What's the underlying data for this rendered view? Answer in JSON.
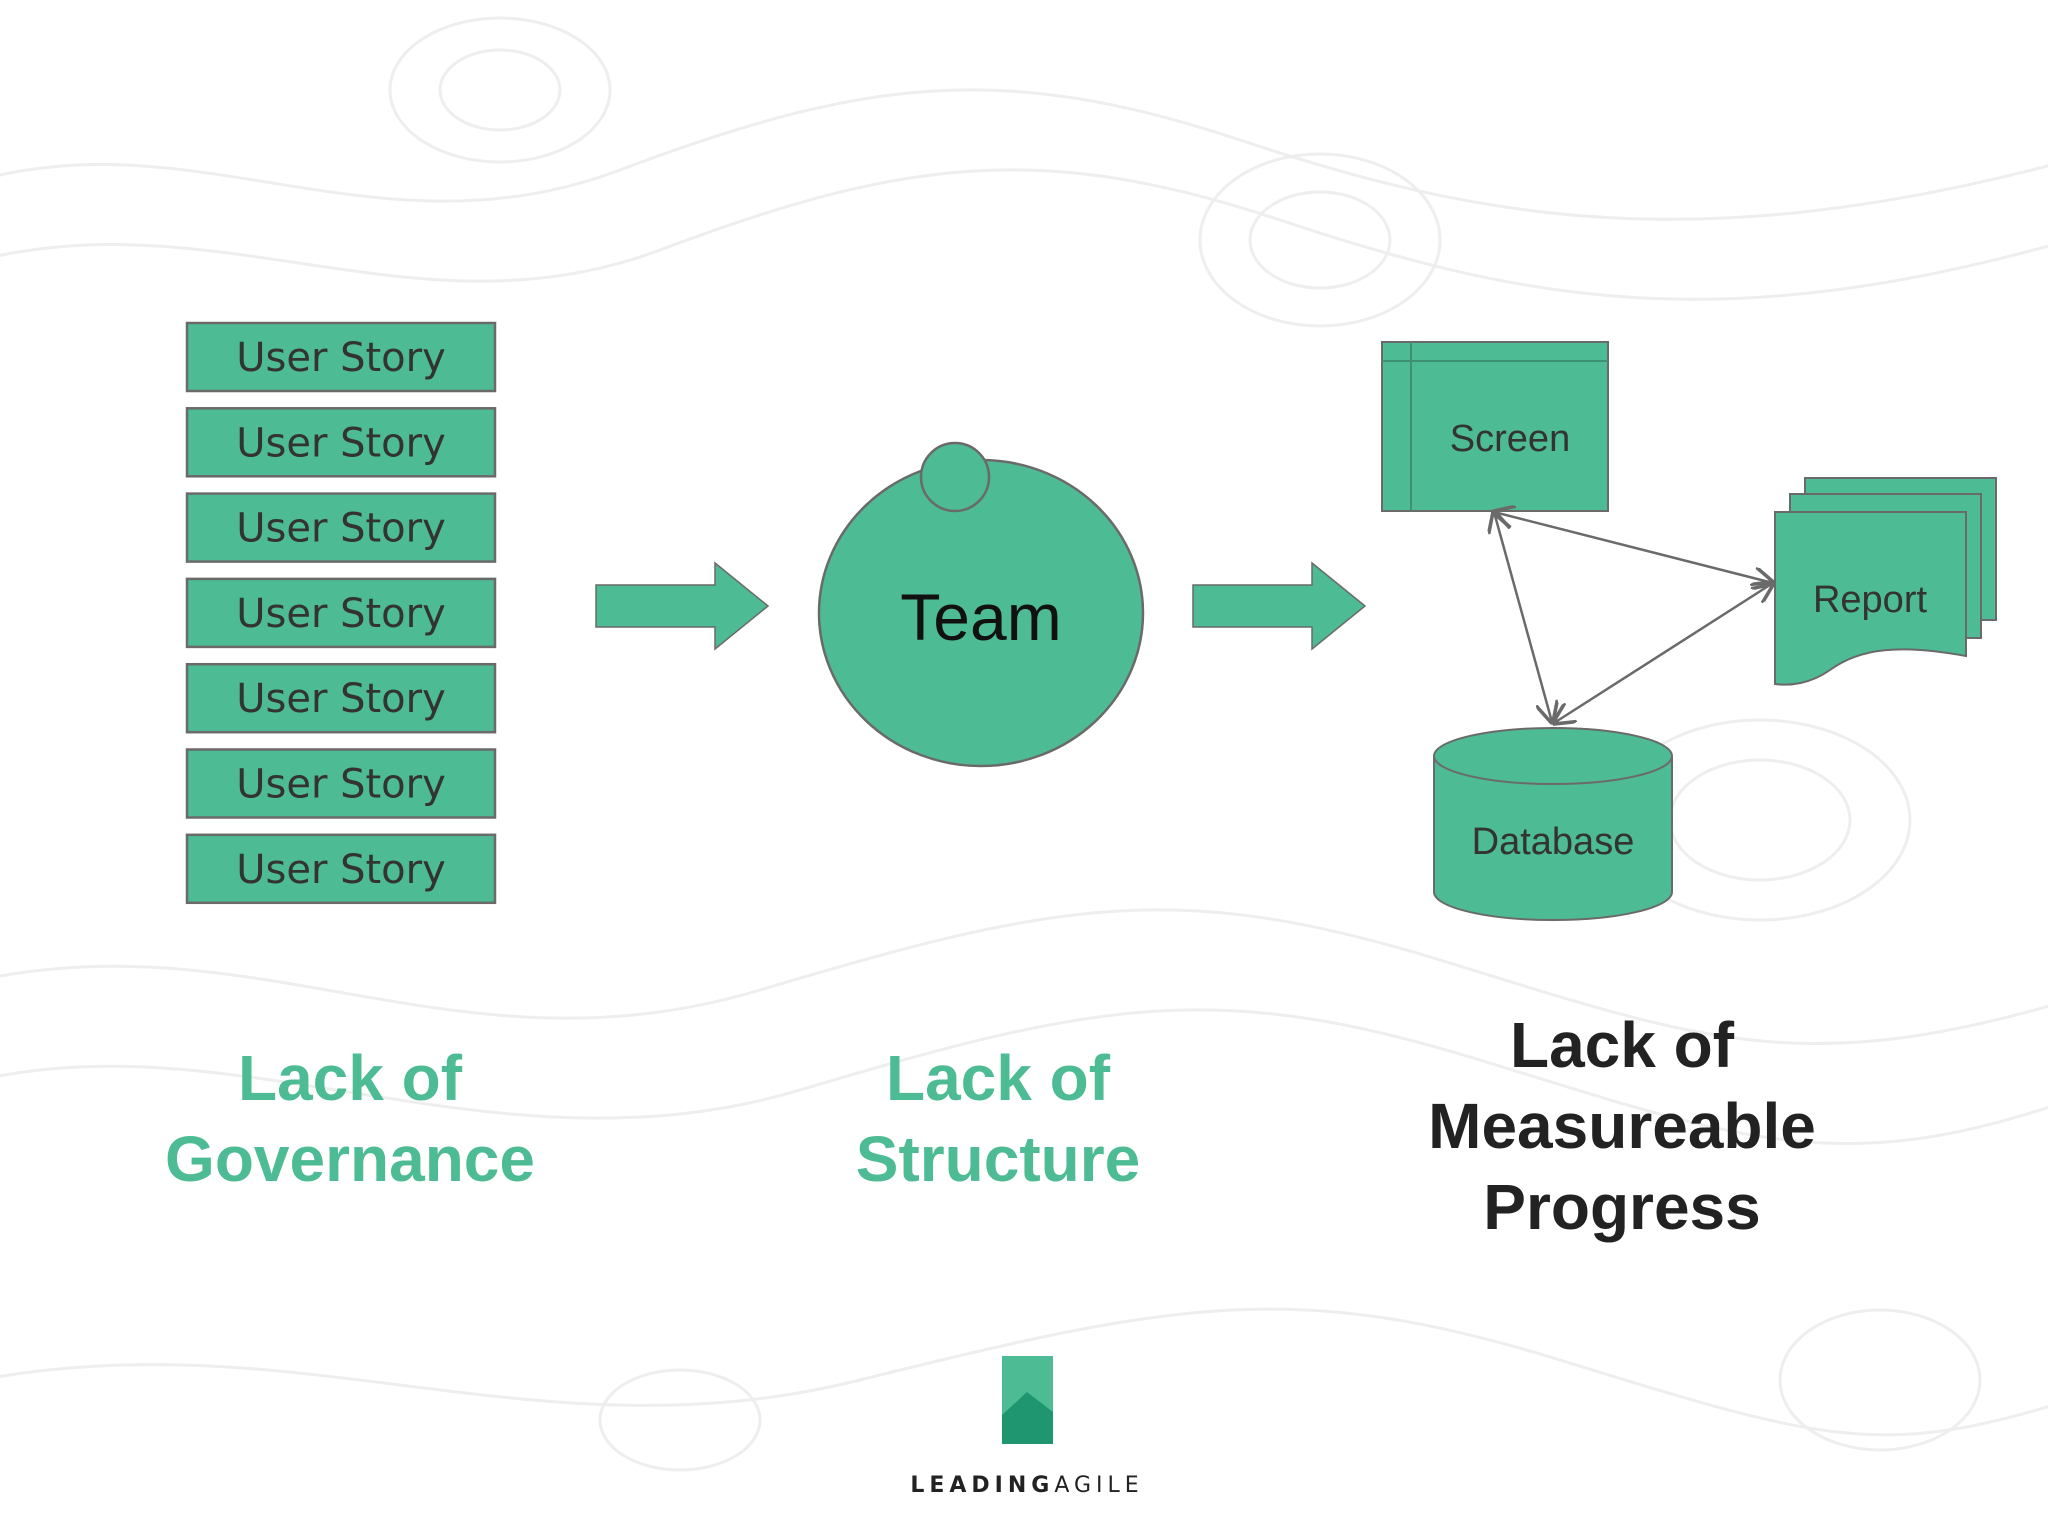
{
  "colors": {
    "shape_fill": "#4dbb93",
    "shape_stroke": "#6a6a6a",
    "accent_text": "#4dbb93",
    "dark_text": "#222222",
    "logo_light": "#4dbb93",
    "logo_dark": "#1f9670"
  },
  "stories": {
    "items": [
      "User Story",
      "User Story",
      "User Story",
      "User Story",
      "User Story",
      "User Story",
      "User Story"
    ]
  },
  "team": {
    "label": "Team"
  },
  "system": {
    "screen": "Screen",
    "report": "Report",
    "database": "Database"
  },
  "captions": {
    "governance": {
      "line1": "Lack of",
      "line2": "Governance"
    },
    "structure": {
      "line1": "Lack of",
      "line2": "Structure"
    },
    "progress": {
      "line1": "Lack of",
      "line2": "Measureable",
      "line3": "Progress"
    }
  },
  "brand": {
    "bold": "LEADING",
    "light": "AGILE"
  },
  "icons": {
    "flow_arrow_1": "right-arrow-icon",
    "flow_arrow_2": "right-arrow-icon",
    "logo": "mountain-logo-icon"
  }
}
